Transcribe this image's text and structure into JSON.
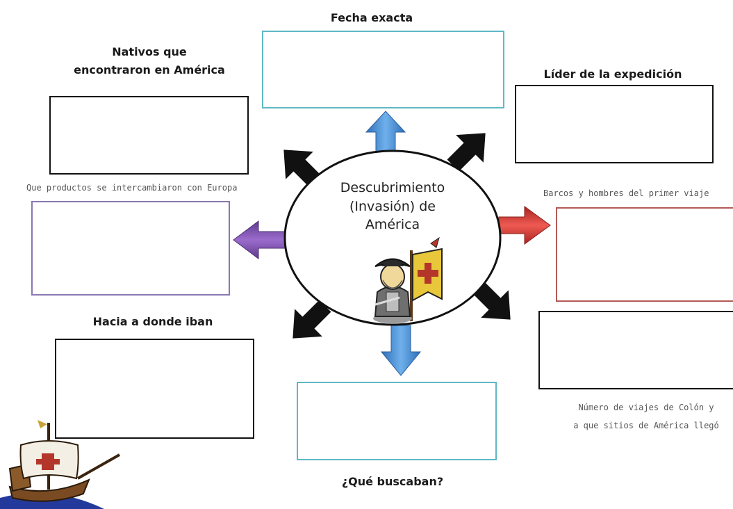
{
  "center": {
    "lines": [
      "Descubrimiento",
      "(Invasión) de",
      "América"
    ]
  },
  "labels": {
    "fecha": "Fecha exacta",
    "nativos_1": "Nativos que",
    "nativos_2": "encontraron en América",
    "lider": "Líder de la expedición",
    "productos": "Que productos se intercambiaron con Europa",
    "barcos": "Barcos y hombres del primer viaje",
    "hacia": "Hacia a donde iban",
    "viajes_1": "Número de viajes de Colón y",
    "viajes_2": "a que sitios de América llegó",
    "buscaban": "¿Qué buscaban?"
  },
  "colors": {
    "teal_border": "#5fb8c4",
    "black_border": "#111111",
    "purple_border": "#8a77b3",
    "red_border": "#b55a57",
    "blue_arrow": "#4a8fd6",
    "purple_arrow": "#7e4fb0",
    "red_arrow": "#d6403a",
    "black_arrow": "#111111"
  },
  "icons": {
    "conquistador": "conquistador-icon",
    "flag": "flag-icon",
    "ship": "ship-icon"
  }
}
